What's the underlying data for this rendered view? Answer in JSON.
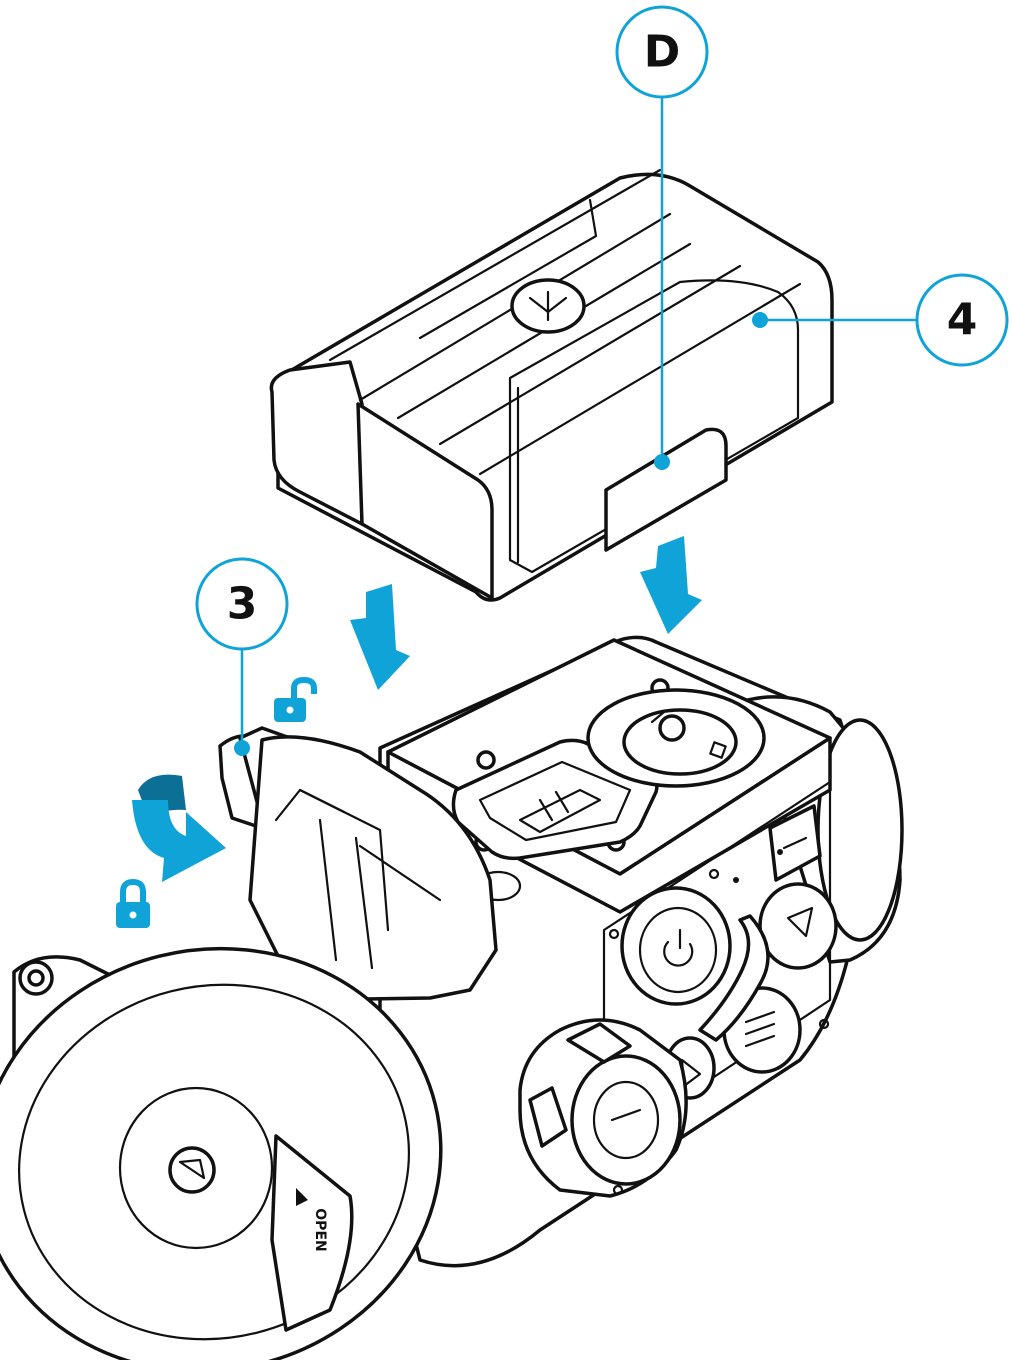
{
  "callouts": {
    "d": {
      "label": "D"
    },
    "four": {
      "label": "4"
    },
    "three": {
      "label": "3"
    }
  },
  "cap_text": "OPEN",
  "icons": {
    "unlock": "unlocked-padlock-icon",
    "lock": "locked-padlock-icon",
    "rotate": "rotate-arrow-icon",
    "insert": "down-arrow-icon",
    "usb": "usb-icon",
    "power": "power-icon",
    "menu": "menu-icon",
    "up": "up-arrow-icon"
  },
  "colors": {
    "accent": "#0fa3d8",
    "accent_dark": "#0b6f96",
    "line": "#111111"
  }
}
